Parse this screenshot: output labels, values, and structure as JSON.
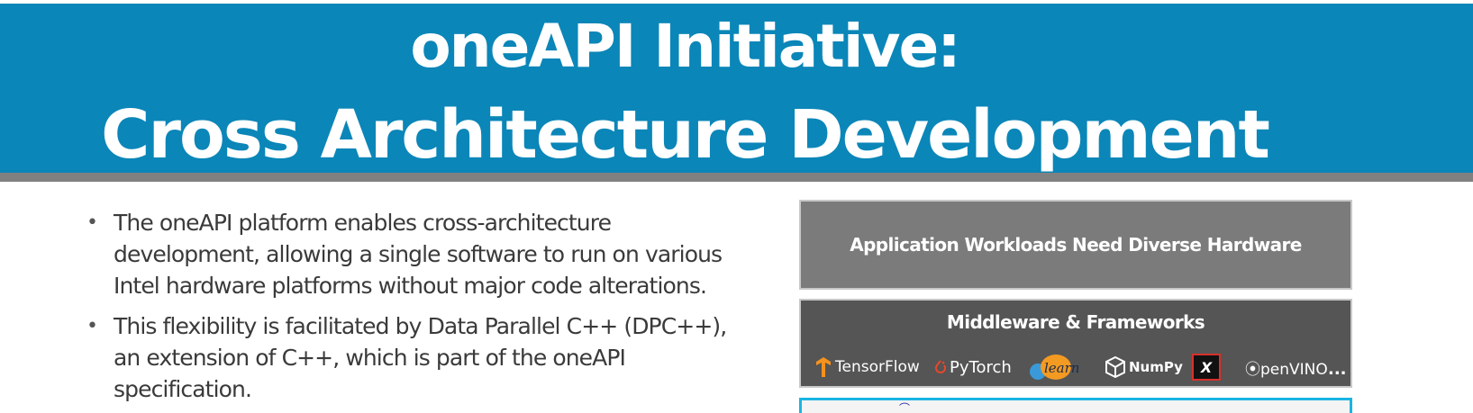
{
  "slide": {
    "title_line1": "oneAPI Initiative:",
    "title_line2": "Cross Architecture Development",
    "colors": {
      "header_bg": "#0b86b8",
      "header_underline": "#808080",
      "app_box": "#7b7b7b",
      "middleware_box": "#555555",
      "bottom_box_border": "#19b5e3"
    }
  },
  "bullets": [
    {
      "marker": "•",
      "text": "The oneAPI platform enables cross-architecture development, allowing a single software to run on various Intel hardware platforms without major code alterations."
    },
    {
      "marker": "•",
      "text": "This flexibility is facilitated by Data Parallel C++ (DPC++), an extension of C++, which is part of the oneAPI specification."
    }
  ],
  "diagram": {
    "app_workloads_label": "Application Workloads Need Diverse Hardware",
    "middleware_label": "Middleware & Frameworks",
    "frameworks": {
      "tensorflow": "TensorFlow",
      "pytorch": "PyTorch",
      "sklearn": "learn",
      "numpy": "NumPy",
      "xgboost": "X",
      "openvino": "⦿penVINO",
      "more": "..."
    },
    "icons": {
      "tensorflow": "tensorflow-icon",
      "pytorch": "pytorch-icon",
      "numpy": "numpy-icon"
    }
  }
}
